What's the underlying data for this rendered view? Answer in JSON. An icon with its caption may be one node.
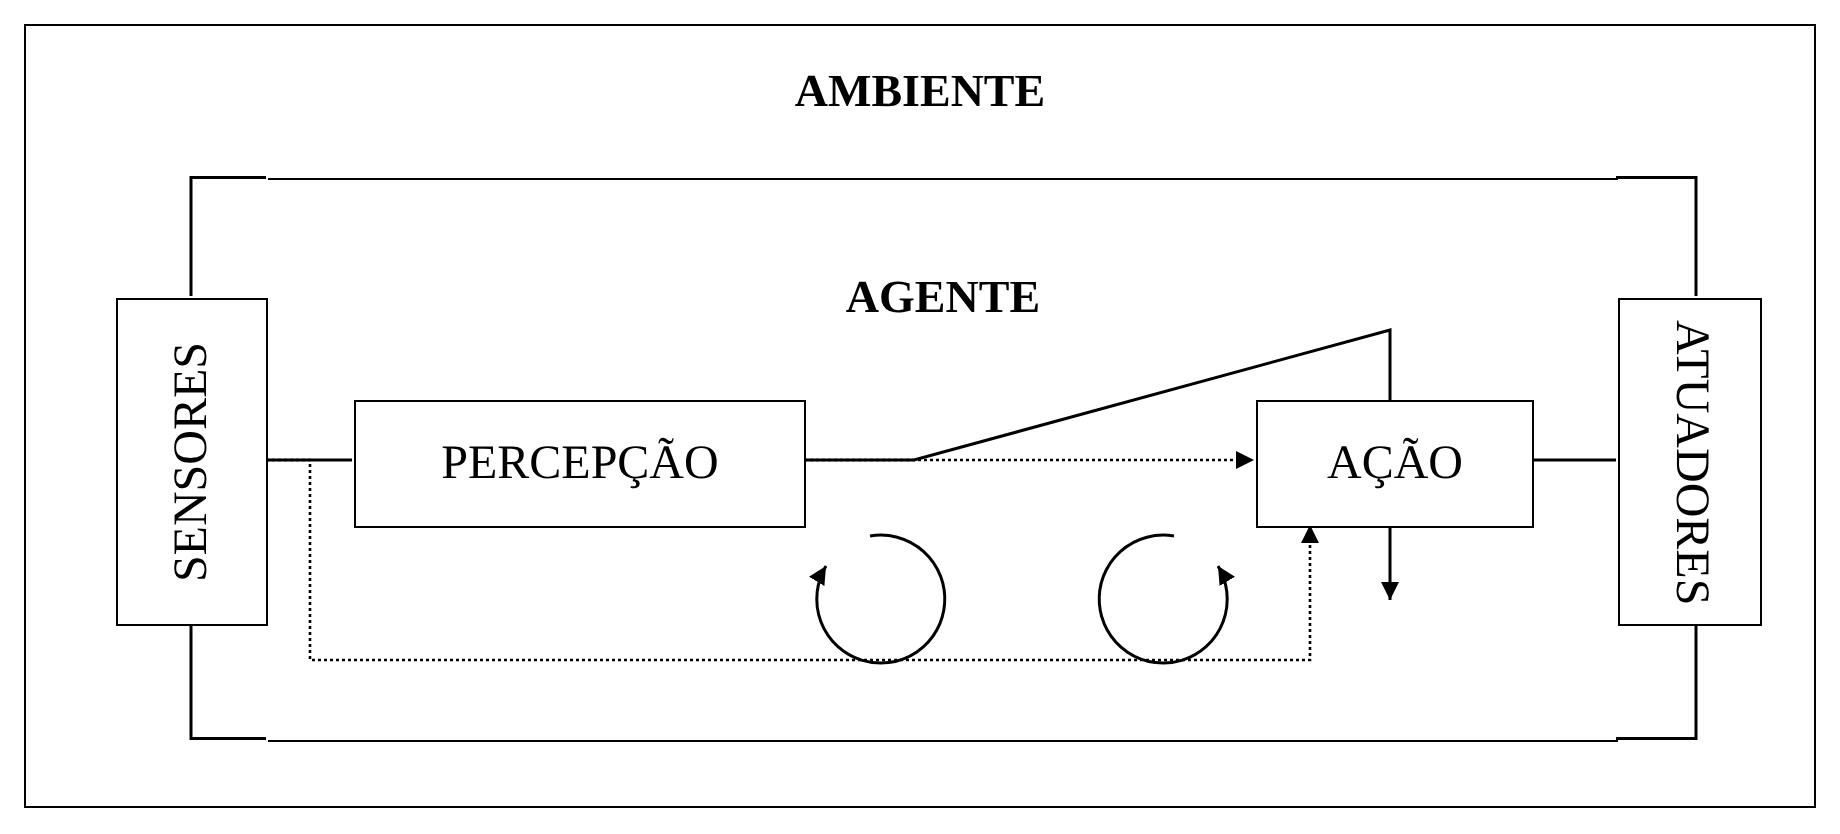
{
  "diagram": {
    "nodes": [
      {
        "text": [
          "AMBIENTE"
        ]
      },
      {
        "text": [
          "AGENTE"
        ],
        "in": 0
      },
      {
        "text": [
          "SENSORES"
        ],
        "in": 0
      },
      {
        "text": [
          "PERCEPÇÃO"
        ],
        "in": 1
      },
      {
        "text": [
          "AÇÃO"
        ],
        "in": 1
      },
      {
        "text": [
          "ATUADORES"
        ],
        "in": 0
      }
    ],
    "edges": [
      {
        "from": 2,
        "to": 3,
        "arrow": "none"
      },
      {
        "from": 3,
        "to": 4,
        "arrow": "to",
        "style": "dashed"
      },
      {
        "from": 3,
        "to": null,
        "arrow": "to"
      },
      {
        "from": 2,
        "to": 4,
        "arrow": "to",
        "style": "dashed"
      },
      {
        "from": 4,
        "to": 5,
        "arrow": "none"
      }
    ]
  }
}
